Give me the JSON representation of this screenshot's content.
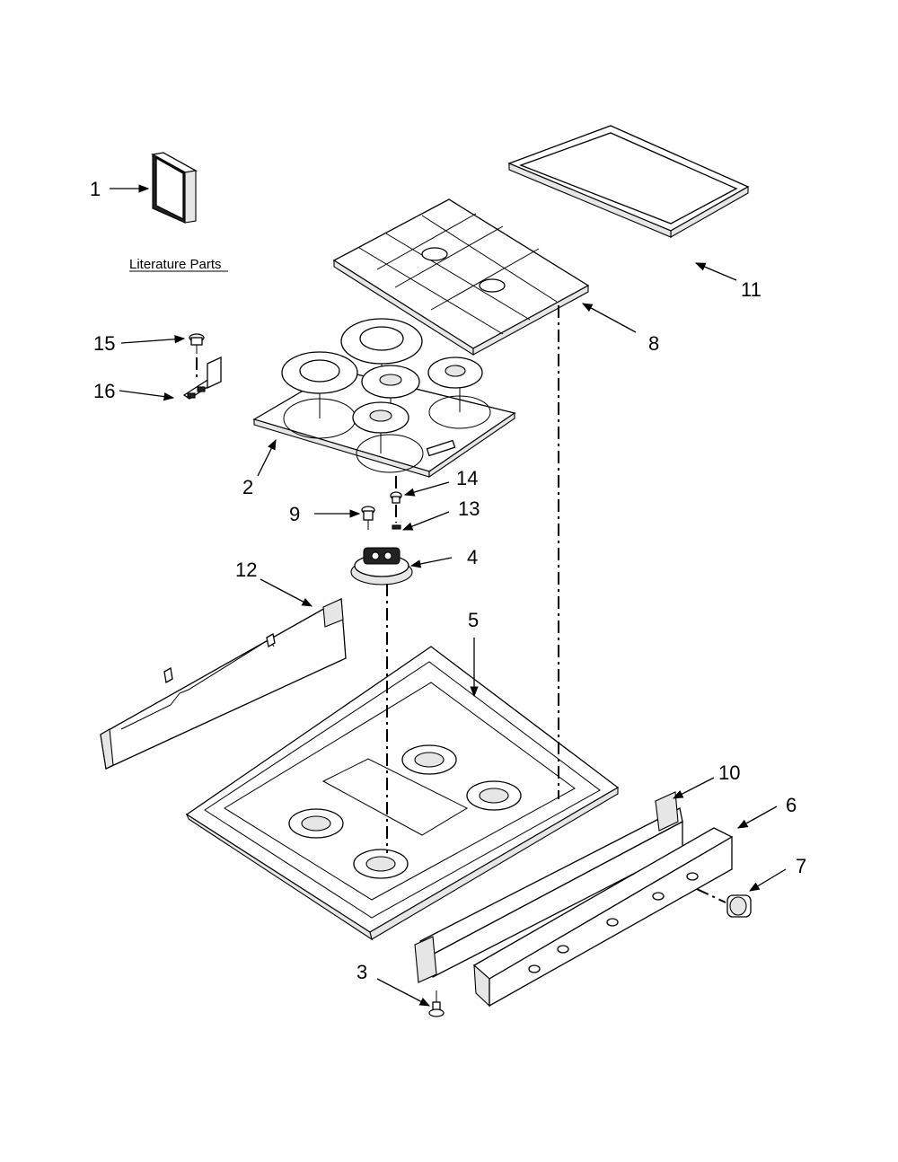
{
  "literature_label": "Literature Parts",
  "callouts": [
    {
      "id": "1",
      "text": "1"
    },
    {
      "id": "2",
      "text": "2"
    },
    {
      "id": "3",
      "text": "3"
    },
    {
      "id": "4",
      "text": "4"
    },
    {
      "id": "5",
      "text": "5"
    },
    {
      "id": "6",
      "text": "6"
    },
    {
      "id": "7",
      "text": "7"
    },
    {
      "id": "8",
      "text": "8"
    },
    {
      "id": "9",
      "text": "9"
    },
    {
      "id": "10",
      "text": "10"
    },
    {
      "id": "11",
      "text": "11"
    },
    {
      "id": "12",
      "text": "12"
    },
    {
      "id": "13",
      "text": "13"
    },
    {
      "id": "14",
      "text": "14"
    },
    {
      "id": "15",
      "text": "15"
    },
    {
      "id": "16",
      "text": "16"
    }
  ]
}
